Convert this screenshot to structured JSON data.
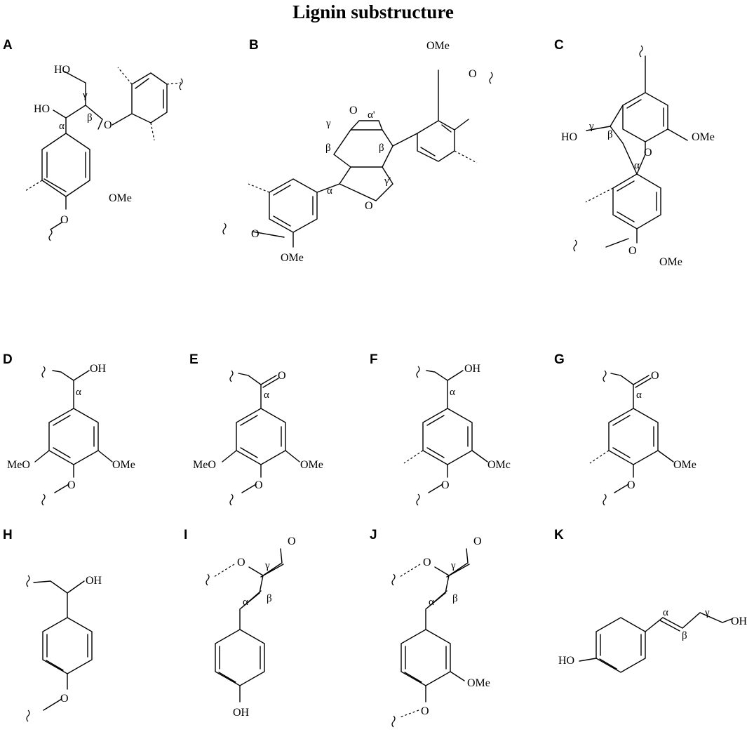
{
  "title": "Lignin substructure",
  "labels": {
    "OMe": "OMe",
    "OMe_J": "OMe",
    "OMc": "OMc",
    "MeO": "MeO",
    "OH": "OH",
    "HO": "HO",
    "O": "O",
    "alpha": "α",
    "beta": "β",
    "gamma": "γ",
    "alpha_p": "α'",
    "gamma_p": "γ'"
  },
  "panels": [
    {
      "letter": "A"
    },
    {
      "letter": "B"
    },
    {
      "letter": "C"
    },
    {
      "letter": "D"
    },
    {
      "letter": "E"
    },
    {
      "letter": "F"
    },
    {
      "letter": "G"
    },
    {
      "letter": "H"
    },
    {
      "letter": "I"
    },
    {
      "letter": "J"
    },
    {
      "letter": "K"
    }
  ]
}
